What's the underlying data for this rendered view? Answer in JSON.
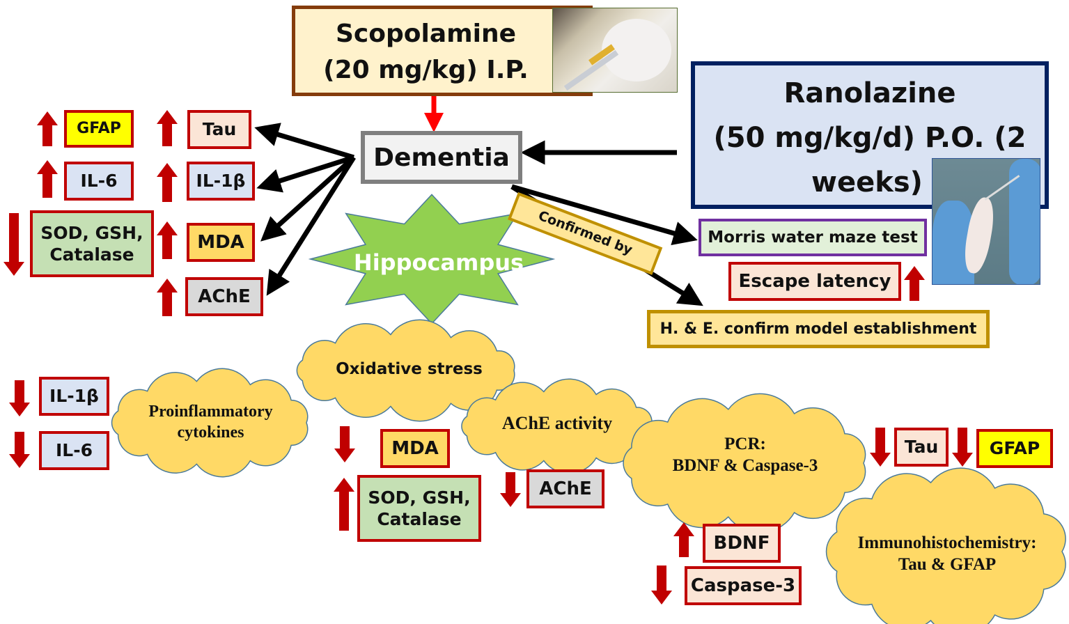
{
  "scopolamine": {
    "line1": "Scopolamine",
    "line2": "(20 mg/kg) I.P.",
    "photo": "mouse-injection-photo"
  },
  "ranolazine": {
    "line1": "Ranolazine",
    "line2": "(50 mg/kg/d) P.O. (2",
    "line3": "weeks)",
    "photo": "rat-oral-gavage-photo"
  },
  "dementia": "Dementia",
  "hippocampus": "Hippocampus",
  "confirmed_by": "Confirmed by",
  "tests": {
    "morris": "Morris water maze test",
    "escape": "Escape latency",
    "he": "H. & E. confirm model establishment"
  },
  "model_effects": [
    {
      "label": "GFAP",
      "direction": "up"
    },
    {
      "label": "Tau",
      "direction": "up"
    },
    {
      "label": "IL-6",
      "direction": "up"
    },
    {
      "label": "IL-1β",
      "direction": "up"
    },
    {
      "label": "SOD, GSH, Catalase",
      "direction": "down"
    },
    {
      "label": "MDA",
      "direction": "up"
    },
    {
      "label": "AChE",
      "direction": "up"
    }
  ],
  "sod_line1": "SOD, GSH,",
  "sod_line2": "Catalase",
  "clouds": {
    "proinflammatory": {
      "line1": "Proinflammatory",
      "line2": "cytokines"
    },
    "oxidative": "Oxidative stress",
    "ache": "AChE activity",
    "pcr": {
      "line1": "PCR:",
      "line2": "BDNF & Caspase-3"
    },
    "ihc": {
      "line1": "Immunohistochemistry:",
      "line2": "Tau & GFAP"
    }
  },
  "treatment_effects": [
    {
      "label": "IL-1β",
      "direction": "down"
    },
    {
      "label": "IL-6",
      "direction": "down"
    },
    {
      "label": "MDA",
      "direction": "down"
    },
    {
      "label": "SOD, GSH, Catalase",
      "direction": "up"
    },
    {
      "label": "AChE",
      "direction": "down"
    },
    {
      "label": "BDNF",
      "direction": "up"
    },
    {
      "label": "Caspase-3",
      "direction": "down"
    },
    {
      "label": "Tau",
      "direction": "down"
    },
    {
      "label": "GFAP",
      "direction": "down"
    }
  ],
  "colors": {
    "arrow_red": "#c00000",
    "cloud": "#ffd966",
    "star": "#92d050",
    "scopolamine_border": "#843c0c",
    "ranolazine_border": "#002060"
  }
}
